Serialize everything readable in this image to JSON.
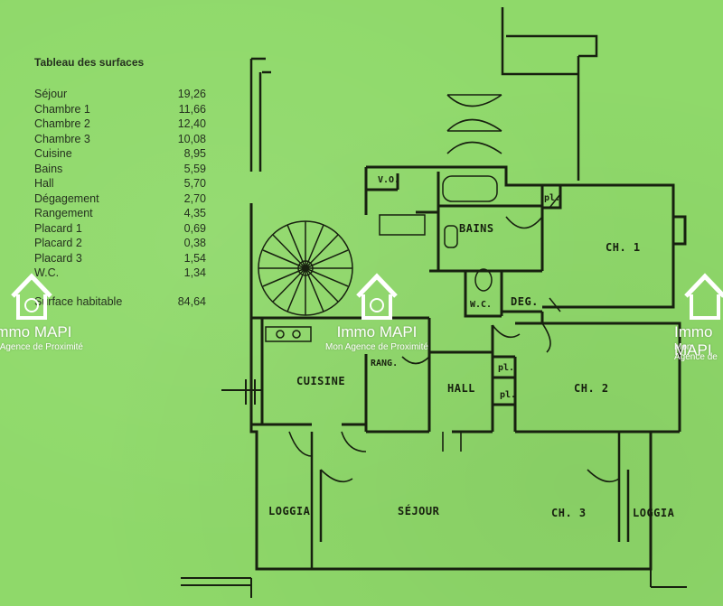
{
  "table": {
    "title": "Tableau des surfaces",
    "rows": [
      {
        "label": "Séjour",
        "value": "19,26"
      },
      {
        "label": "Chambre 1",
        "value": "11,66"
      },
      {
        "label": "Chambre 2",
        "value": "12,40"
      },
      {
        "label": "Chambre 3",
        "value": "10,08"
      },
      {
        "label": "Cuisine",
        "value": "8,95"
      },
      {
        "label": "Bains",
        "value": "5,59"
      },
      {
        "label": "Hall",
        "value": "5,70"
      },
      {
        "label": "Dégagement",
        "value": "2,70"
      },
      {
        "label": "Rangement",
        "value": "4,35"
      },
      {
        "label": "Placard 1",
        "value": "0,69"
      },
      {
        "label": "Placard 2",
        "value": "0,38"
      },
      {
        "label": "Placard 3",
        "value": "1,54"
      },
      {
        "label": "W.C.",
        "value": "1,34"
      }
    ],
    "total": {
      "label": "Surface habitable",
      "value": "84,64"
    }
  },
  "plan": {
    "rooms": {
      "vo": "V.O.",
      "bains": "BAINS",
      "pl_top": "pl.",
      "ch1": "CH. 1",
      "wc": "W.C.",
      "deg": "DEG.",
      "rang": "RANG.",
      "cuisine": "CUISINE",
      "hall": "HALL",
      "pl_mid1": "pl.",
      "pl_mid2": "pl.",
      "ch2": "CH. 2",
      "loggia_left": "LOGGIA",
      "sejour": "SÉJOUR",
      "ch3": "CH. 3",
      "loggia_right": "LOGGIA"
    }
  },
  "watermark": {
    "brand": "Immo MAPI",
    "tagline": "Mon Agence de Proximité",
    "icon": "house-key-icon",
    "color": "#ffffff"
  },
  "colors": {
    "paper": "#8fd96a",
    "ink": "#17200f"
  }
}
